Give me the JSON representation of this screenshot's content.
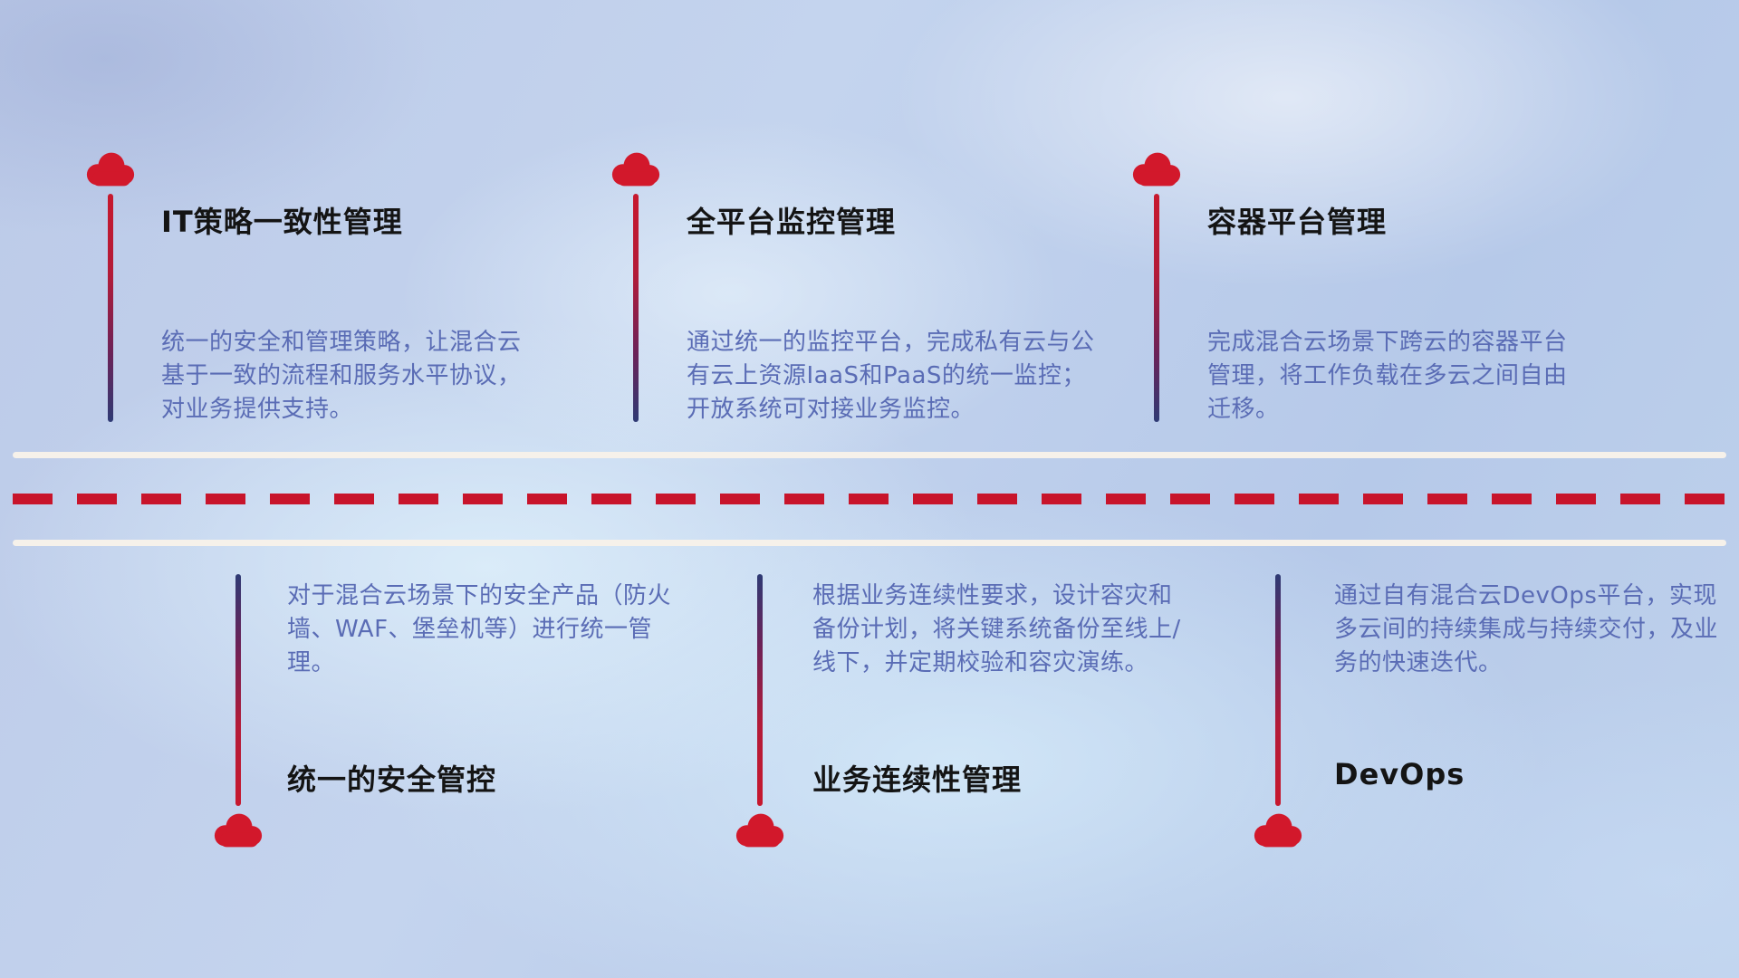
{
  "colors": {
    "cloud_red": "#d2182b",
    "dash_red": "#c8142b",
    "stem_navy": "#2e3a74",
    "body_text_blue": "#5a6cb5",
    "title_black": "#141414",
    "road_white": "#f6f1ea",
    "background_blue": "#bccae8"
  },
  "top_items": [
    {
      "title": "IT策略一致性管理",
      "body": "统一的安全和管理策略，让混合云基于一致的流程和服务水平协议，对业务提供支持。"
    },
    {
      "title": "全平台监控管理",
      "body": "通过统一的监控平台，完成私有云与公有云上资源IaaS和PaaS的统一监控；开放系统可对接业务监控。"
    },
    {
      "title": "容器平台管理",
      "body": "完成混合云场景下跨云的容器平台管理，将工作负载在多云之间自由迁移。"
    }
  ],
  "bottom_items": [
    {
      "title": "统一的安全管控",
      "body": "对于混合云场景下的安全产品（防火墙、WAF、堡垒机等）进行统一管理。"
    },
    {
      "title": "业务连续性管理",
      "body": "根据业务连续性要求，设计容灾和备份计划，将关键系统备份至线上/线下，并定期校验和容灾演练。"
    },
    {
      "title": "DevOps",
      "body": "通过自有混合云DevOps平台，实现多云间的持续集成与持续交付，及业务的快速迭代。"
    }
  ]
}
